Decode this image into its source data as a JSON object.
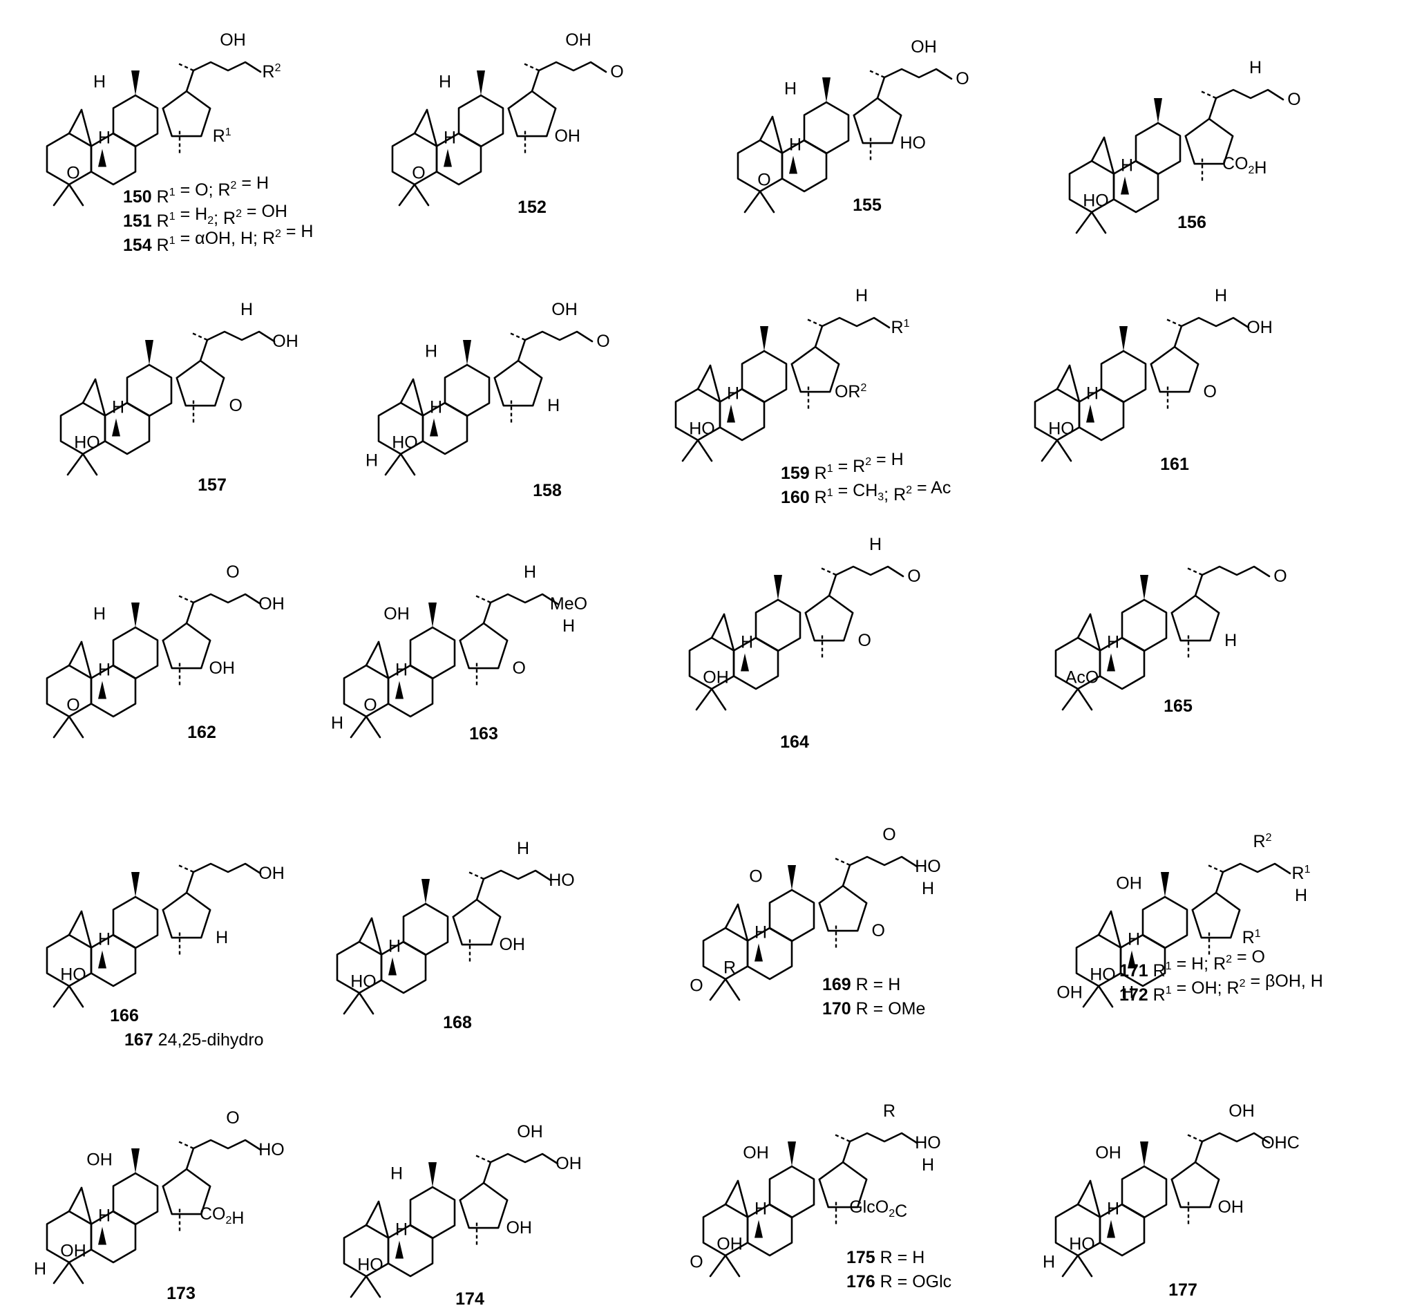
{
  "figure": {
    "structures": [
      {
        "id": "150-151-154",
        "atom_labels": [
          "O",
          "R2",
          "R1",
          "OH",
          "H"
        ]
      },
      {
        "id": "152",
        "atom_labels": [
          "O",
          "O",
          "OH",
          "OH",
          "H"
        ]
      },
      {
        "id": "155",
        "atom_labels": [
          "O",
          "O",
          "HO",
          "OH",
          "H"
        ]
      },
      {
        "id": "156",
        "atom_labels": [
          "HO",
          "O",
          "CO2H",
          "H"
        ]
      },
      {
        "id": "157",
        "atom_labels": [
          "HO",
          "OH",
          "O",
          "H"
        ]
      },
      {
        "id": "158",
        "atom_labels": [
          "HO",
          "O",
          "H",
          "OH",
          "H",
          "H"
        ]
      },
      {
        "id": "159-160",
        "atom_labels": [
          "HO",
          "R1",
          "OR2",
          "H"
        ]
      },
      {
        "id": "161",
        "atom_labels": [
          "HO",
          "OH",
          "O",
          "H"
        ]
      },
      {
        "id": "162",
        "atom_labels": [
          "O",
          "OH",
          "OH",
          "O",
          "H"
        ]
      },
      {
        "id": "163",
        "atom_labels": [
          "O",
          "MeO",
          "O",
          "H",
          "OH",
          "H",
          "H"
        ]
      },
      {
        "id": "164",
        "atom_labels": [
          "OH",
          "O",
          "O",
          "H"
        ]
      },
      {
        "id": "165",
        "atom_labels": [
          "AcO",
          "O",
          "H"
        ]
      },
      {
        "id": "166-167",
        "atom_labels": [
          "HO",
          "OH",
          "H"
        ]
      },
      {
        "id": "168",
        "atom_labels": [
          "HO",
          "HO",
          "OH",
          "H"
        ]
      },
      {
        "id": "169-170",
        "atom_labels": [
          "R",
          "HO",
          "O",
          "O",
          "O",
          "O",
          "H"
        ]
      },
      {
        "id": "171-172",
        "atom_labels": [
          "HO",
          "R1",
          "R1",
          "R2",
          "OH",
          "OH",
          "H",
          "H"
        ]
      },
      {
        "id": "173",
        "atom_labels": [
          "OH",
          "HO",
          "CO2H",
          "O",
          "OH",
          "H"
        ]
      },
      {
        "id": "174",
        "atom_labels": [
          "HO",
          "OH",
          "OH",
          "OH",
          "H"
        ]
      },
      {
        "id": "175-176",
        "atom_labels": [
          "OH",
          "HO",
          "GlcO2C",
          "R",
          "OH",
          "O",
          "H"
        ]
      },
      {
        "id": "177",
        "atom_labels": [
          "HO",
          "OHC",
          "OH",
          "OH",
          "OH",
          "H"
        ]
      }
    ],
    "compound_labels": {
      "c152": "152",
      "c155": "155",
      "c156": "156",
      "c157": "157",
      "c158": "158",
      "c161": "161",
      "c162": "162",
      "c163": "163",
      "c164": "164",
      "c165": "165",
      "c166": "166",
      "c168": "168",
      "c173": "173",
      "c174": "174",
      "c177": "177"
    },
    "legends": {
      "l150": {
        "num": "150",
        "text": "R1 = O; R2 = H"
      },
      "l151": {
        "num": "151",
        "text": "R1 = H2; R2 = OH"
      },
      "l154": {
        "num": "154",
        "text": "R1 = αOH, H; R2 = H"
      },
      "l159": {
        "num": "159",
        "text": "R1 = R2 = H"
      },
      "l160": {
        "num": "160",
        "text": "R1 = CH3; R2 = Ac"
      },
      "l167": {
        "num": "167",
        "text": "24,25-dihydro"
      },
      "l169": {
        "num": "169",
        "text": "R = H"
      },
      "l170": {
        "num": "170",
        "text": "R = OMe"
      },
      "l171": {
        "num": "171",
        "text": "R1 = H; R2 = O"
      },
      "l172": {
        "num": "172",
        "text": "R1 = OH; R2 = βOH, H"
      },
      "l175": {
        "num": "175",
        "text": "R = H"
      },
      "l176": {
        "num": "176",
        "text": "R = OGlc"
      }
    },
    "colors": {
      "ink": "#000000",
      "background": "#ffffff"
    }
  }
}
